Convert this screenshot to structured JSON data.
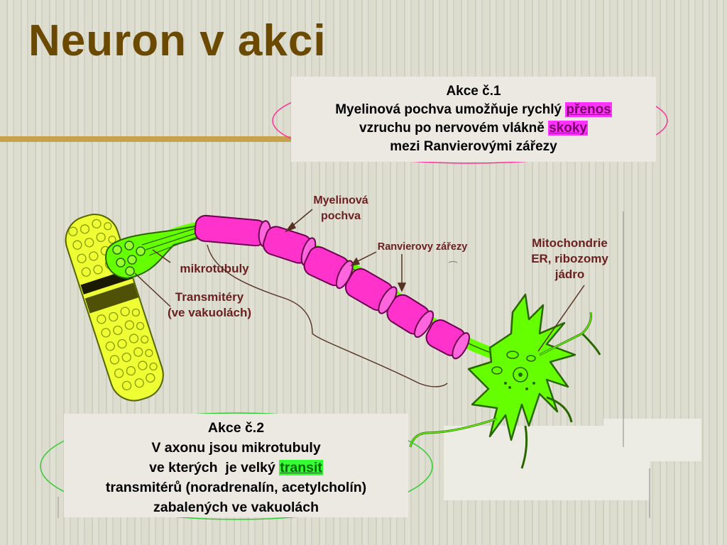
{
  "title": "Neuron v akci",
  "action1": {
    "heading": "Akce č.1",
    "line1_pre": "Myelinová pochva umožňuje rychlý ",
    "line1_highlight": "přenos",
    "line2_pre": "vzruchu po nervovém vlákně ",
    "line2_highlight": "skoky",
    "line3": "mezi Ranvierovými zářezy"
  },
  "action2": {
    "heading": "Akce č.2",
    "line1": "V axonu jsou mikrotubuly",
    "line2_pre": "ve kterých  je velký ",
    "line2_highlight": "transit",
    "line3": "transmitérů (noradrenalín, acetylcholín)",
    "line4": "zabalených ve vakuolách"
  },
  "labels": {
    "myelin_line1": "Myelinová",
    "myelin_line2": "pochva",
    "ranvier": "Ranvierovy zářezy",
    "organelles_line1": "Mitochondrie",
    "organelles_line2": "ER, ribozomy",
    "organelles_line3": "jádro",
    "microtubules": "mikrotubuly",
    "transmitters_line1": "Transmitéry",
    "transmitters_line2": "(ve vakuolách)"
  },
  "colors": {
    "title": "#6b4a00",
    "label": "#6b1f1f",
    "myelin": "#ff33cc",
    "neuron": "#66ff00",
    "muscle": "#eeff33",
    "ellipse1": "#ff3399",
    "ellipse2": "#33cc33"
  }
}
